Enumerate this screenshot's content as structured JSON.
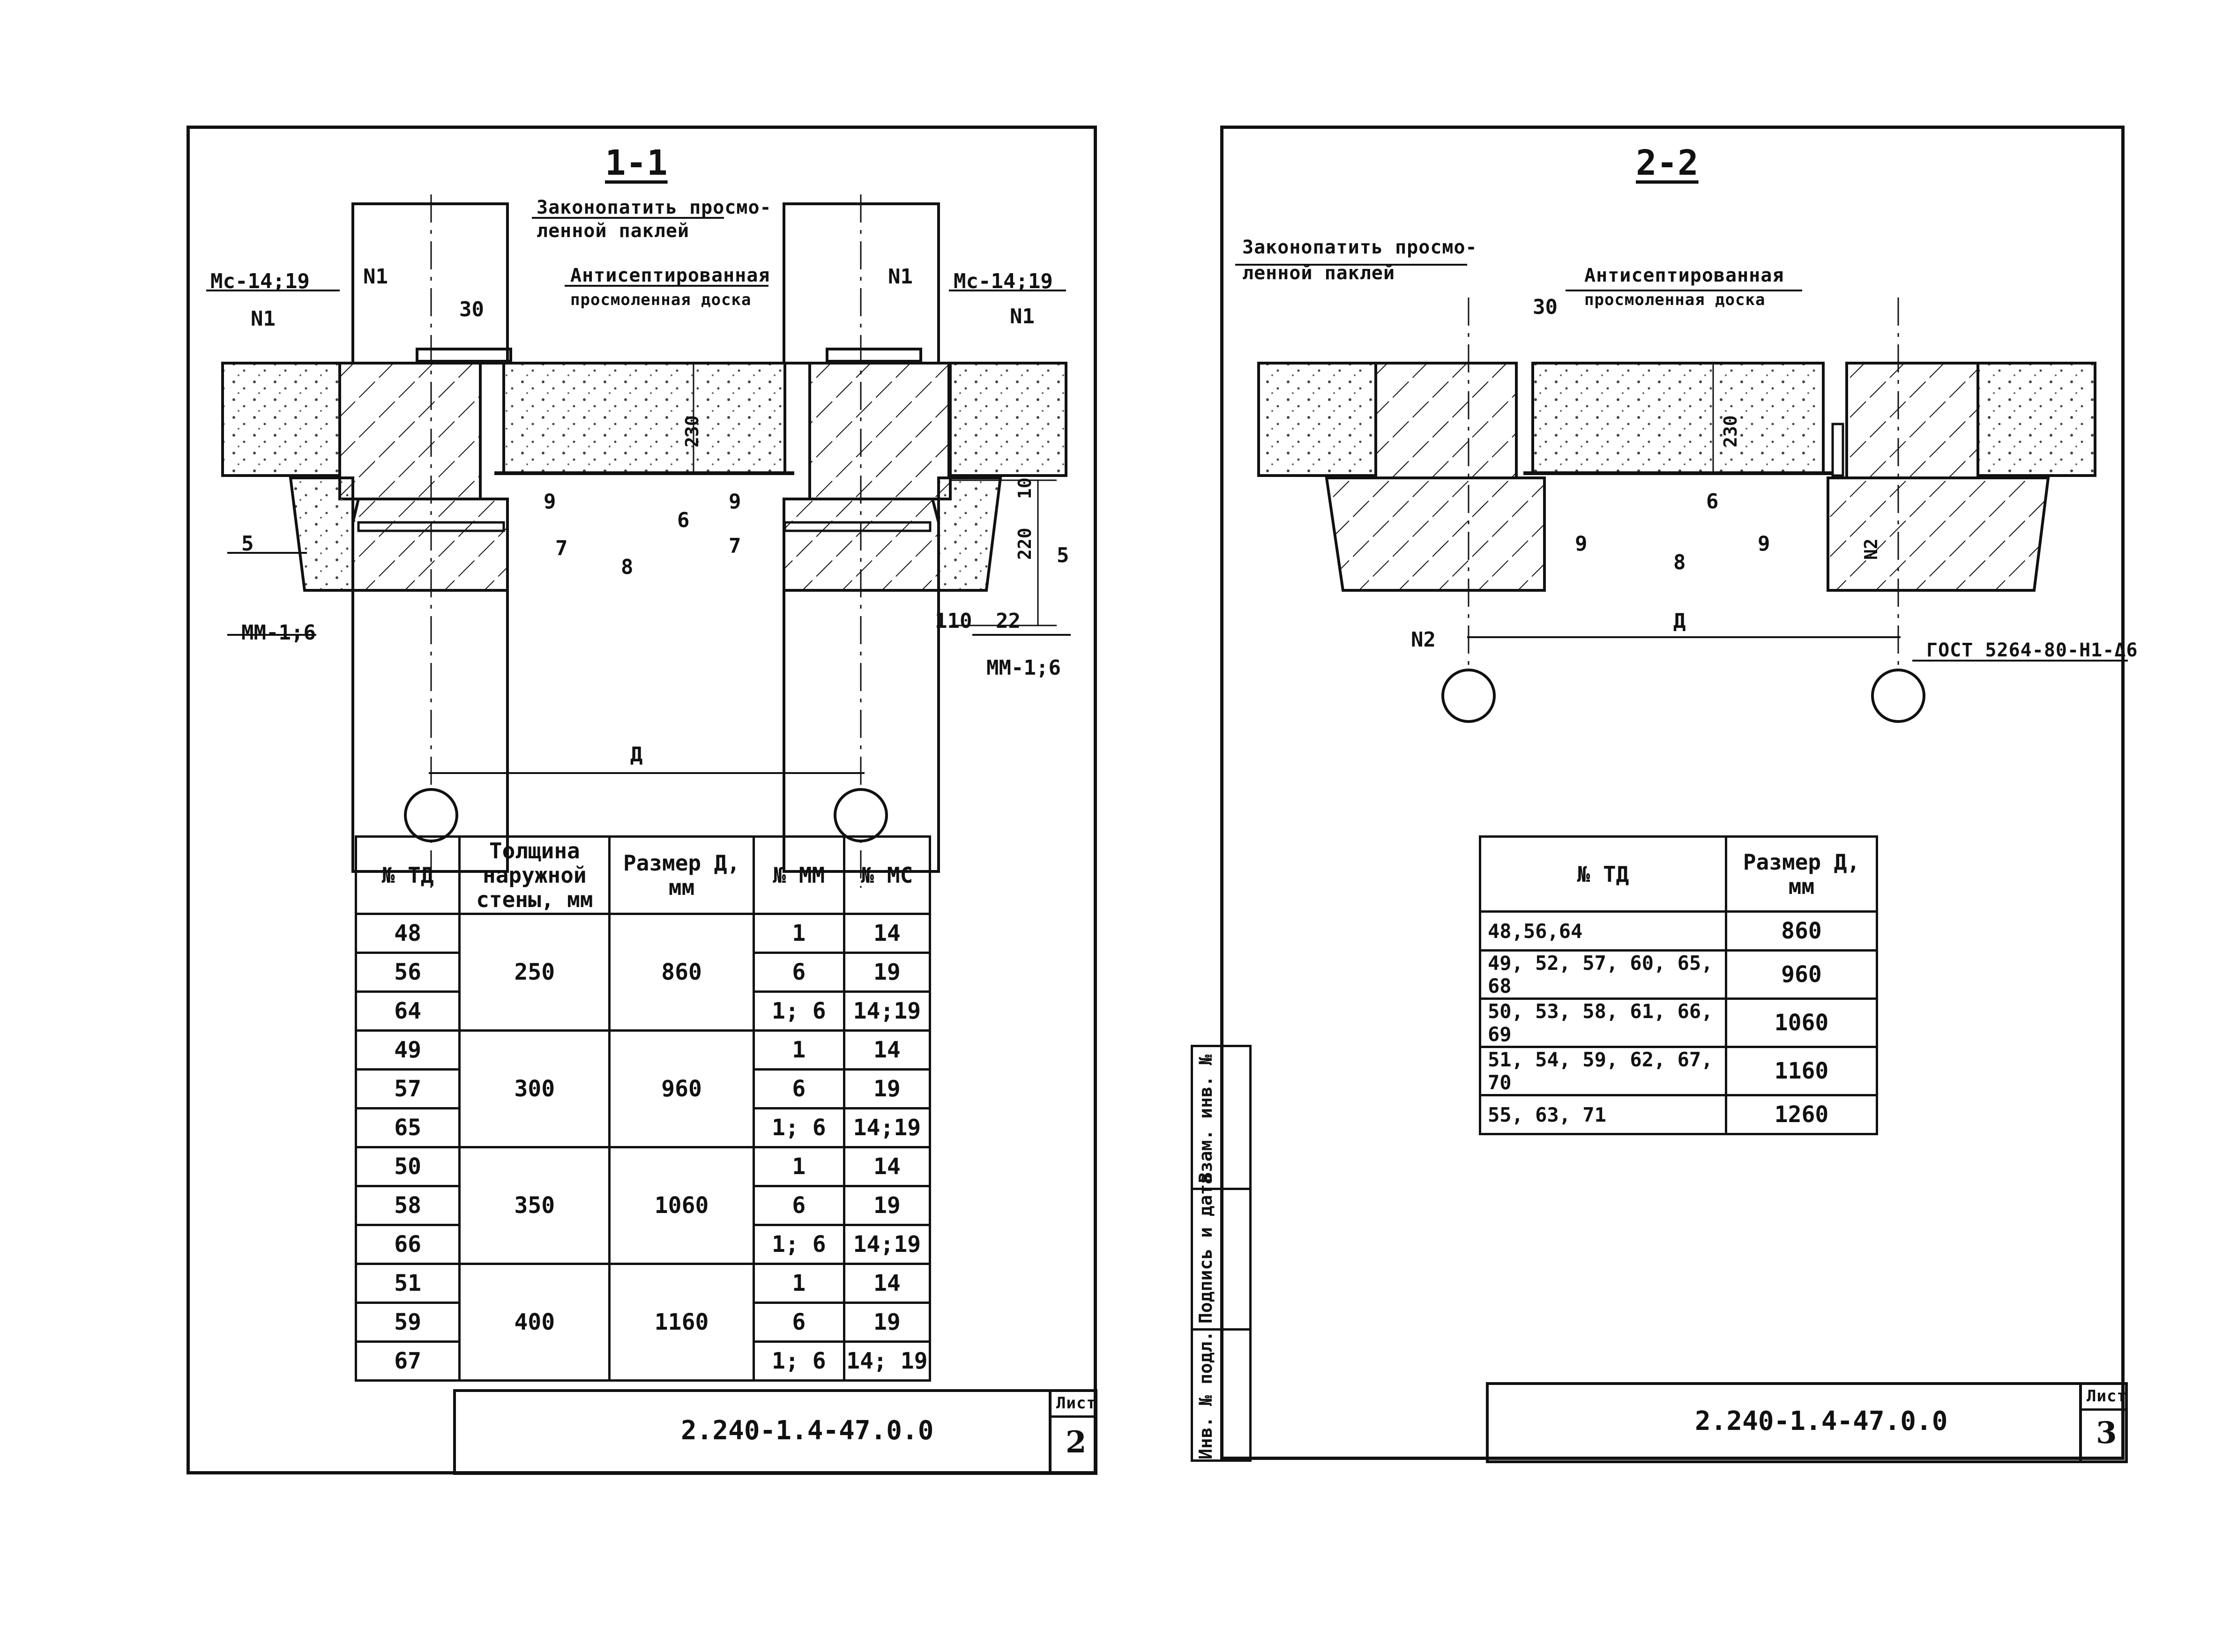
{
  "sheet_left": {
    "section_title": "1-1",
    "callout_caulk": [
      "Законопатить просмо-",
      "ленной паклей"
    ],
    "callout_board": [
      "Антисептированная",
      "просмоленная доска"
    ],
    "mark_mc_left": "Мс-14;19",
    "mark_mc_right": "Мс-14;19",
    "mark_n1_a": "N1",
    "mark_n1_b": "N1",
    "mark_n1_c": "N1",
    "mark_n1_d": "N1",
    "mark_mm_left": "ММ-1;6",
    "mark_mm_right": "ММ-1;6",
    "dim_30": "30",
    "dim_230": "230",
    "dim_220": "220",
    "dim_10": "10",
    "dim_110": "110",
    "dim_22": "22",
    "dim_d": "Д",
    "pos_5a": "5",
    "pos_5b": "5",
    "pos_6": "6",
    "pos_7a": "7",
    "pos_7b": "7",
    "pos_8": "8",
    "pos_9a": "9",
    "pos_9b": "9",
    "table": {
      "headers": [
        "№ ТД",
        "Толщина наружной стены, мм",
        "Размер Д, мм",
        "№ ММ",
        "№ МС"
      ],
      "groups": [
        {
          "thickness": "250",
          "size": "860",
          "rows": [
            {
              "td": "48",
              "mm": "1",
              "mc": "14"
            },
            {
              "td": "56",
              "mm": "6",
              "mc": "19"
            },
            {
              "td": "64",
              "mm": "1; 6",
              "mc": "14;19"
            }
          ]
        },
        {
          "thickness": "300",
          "size": "960",
          "rows": [
            {
              "td": "49",
              "mm": "1",
              "mc": "14"
            },
            {
              "td": "57",
              "mm": "6",
              "mc": "19"
            },
            {
              "td": "65",
              "mm": "1; 6",
              "mc": "14;19"
            }
          ]
        },
        {
          "thickness": "350",
          "size": "1060",
          "rows": [
            {
              "td": "50",
              "mm": "1",
              "mc": "14"
            },
            {
              "td": "58",
              "mm": "6",
              "mc": "19"
            },
            {
              "td": "66",
              "mm": "1; 6",
              "mc": "14;19"
            }
          ]
        },
        {
          "thickness": "400",
          "size": "1160",
          "rows": [
            {
              "td": "51",
              "mm": "1",
              "mc": "14"
            },
            {
              "td": "59",
              "mm": "6",
              "mc": "19"
            },
            {
              "td": "67",
              "mm": "1; 6",
              "mc": "14; 19"
            }
          ]
        }
      ]
    },
    "stamp_code": "2.240-1.4-47.0.0",
    "sheet_label": "Лист",
    "sheet_number": "2"
  },
  "sheet_right": {
    "section_title": "2-2",
    "callout_caulk": [
      "Законопатить просмо-",
      "ленной паклей"
    ],
    "callout_board": [
      "Антисептированная",
      "просмоленная доска"
    ],
    "dim_30": "30",
    "dim_230": "230",
    "dim_d": "Д",
    "mark_n2_left": "N2",
    "mark_n2_right": "N2",
    "gost_label": "ГОСТ 5264-80-Н1-Δ6",
    "pos_6": "6",
    "pos_8": "8",
    "pos_9a": "9",
    "pos_9b": "9",
    "table": {
      "headers": [
        "№ ТД",
        "Размер Д, мм"
      ],
      "rows": [
        {
          "td": "48,56,64",
          "size": "860"
        },
        {
          "td": "49, 52, 57, 60, 65, 68",
          "size": "960"
        },
        {
          "td": "50, 53, 58, 61, 66, 69",
          "size": "1060"
        },
        {
          "td": "51, 54, 59, 62, 67, 70",
          "size": "1160"
        },
        {
          "td": "55, 63, 71",
          "size": "1260"
        }
      ]
    },
    "side_labels": [
      "Инв. № подл.",
      "Подпись и дата",
      "Взам. инв. №"
    ],
    "stamp_code": "2.240-1.4-47.0.0",
    "sheet_label": "Лист",
    "sheet_number": "3"
  }
}
